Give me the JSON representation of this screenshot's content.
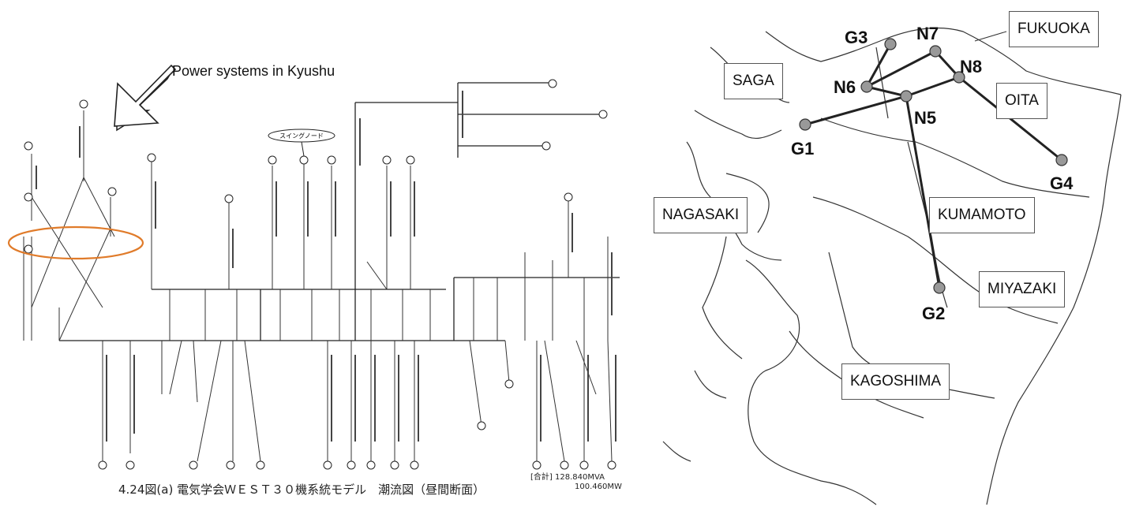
{
  "left": {
    "annotation": "Power systems in Kyushu",
    "swing_node": "スイングノード",
    "caption": "4.24図(a)  電気学会ＷＥＳＴ３０機系統モデル　潮流図（昼間断面）",
    "total_label": "[合計]",
    "total_mva": "128.840MVA",
    "total_mw": "100.460MW",
    "highlight_color": "#e07b2a"
  },
  "right": {
    "regions": {
      "fukuoka": "FUKUOKA",
      "saga": "SAGA",
      "oita": "OITA",
      "nagasaki": "NAGASAKI",
      "kumamoto": "KUMAMOTO",
      "miyazaki": "MIYAZAKI",
      "kagoshima": "KAGOSHIMA"
    },
    "nodes": {
      "g1": "G1",
      "g2": "G2",
      "g3": "G3",
      "g4": "G4",
      "n5": "N5",
      "n6": "N6",
      "n7": "N7",
      "n8": "N8"
    },
    "node_color": "#999999"
  }
}
